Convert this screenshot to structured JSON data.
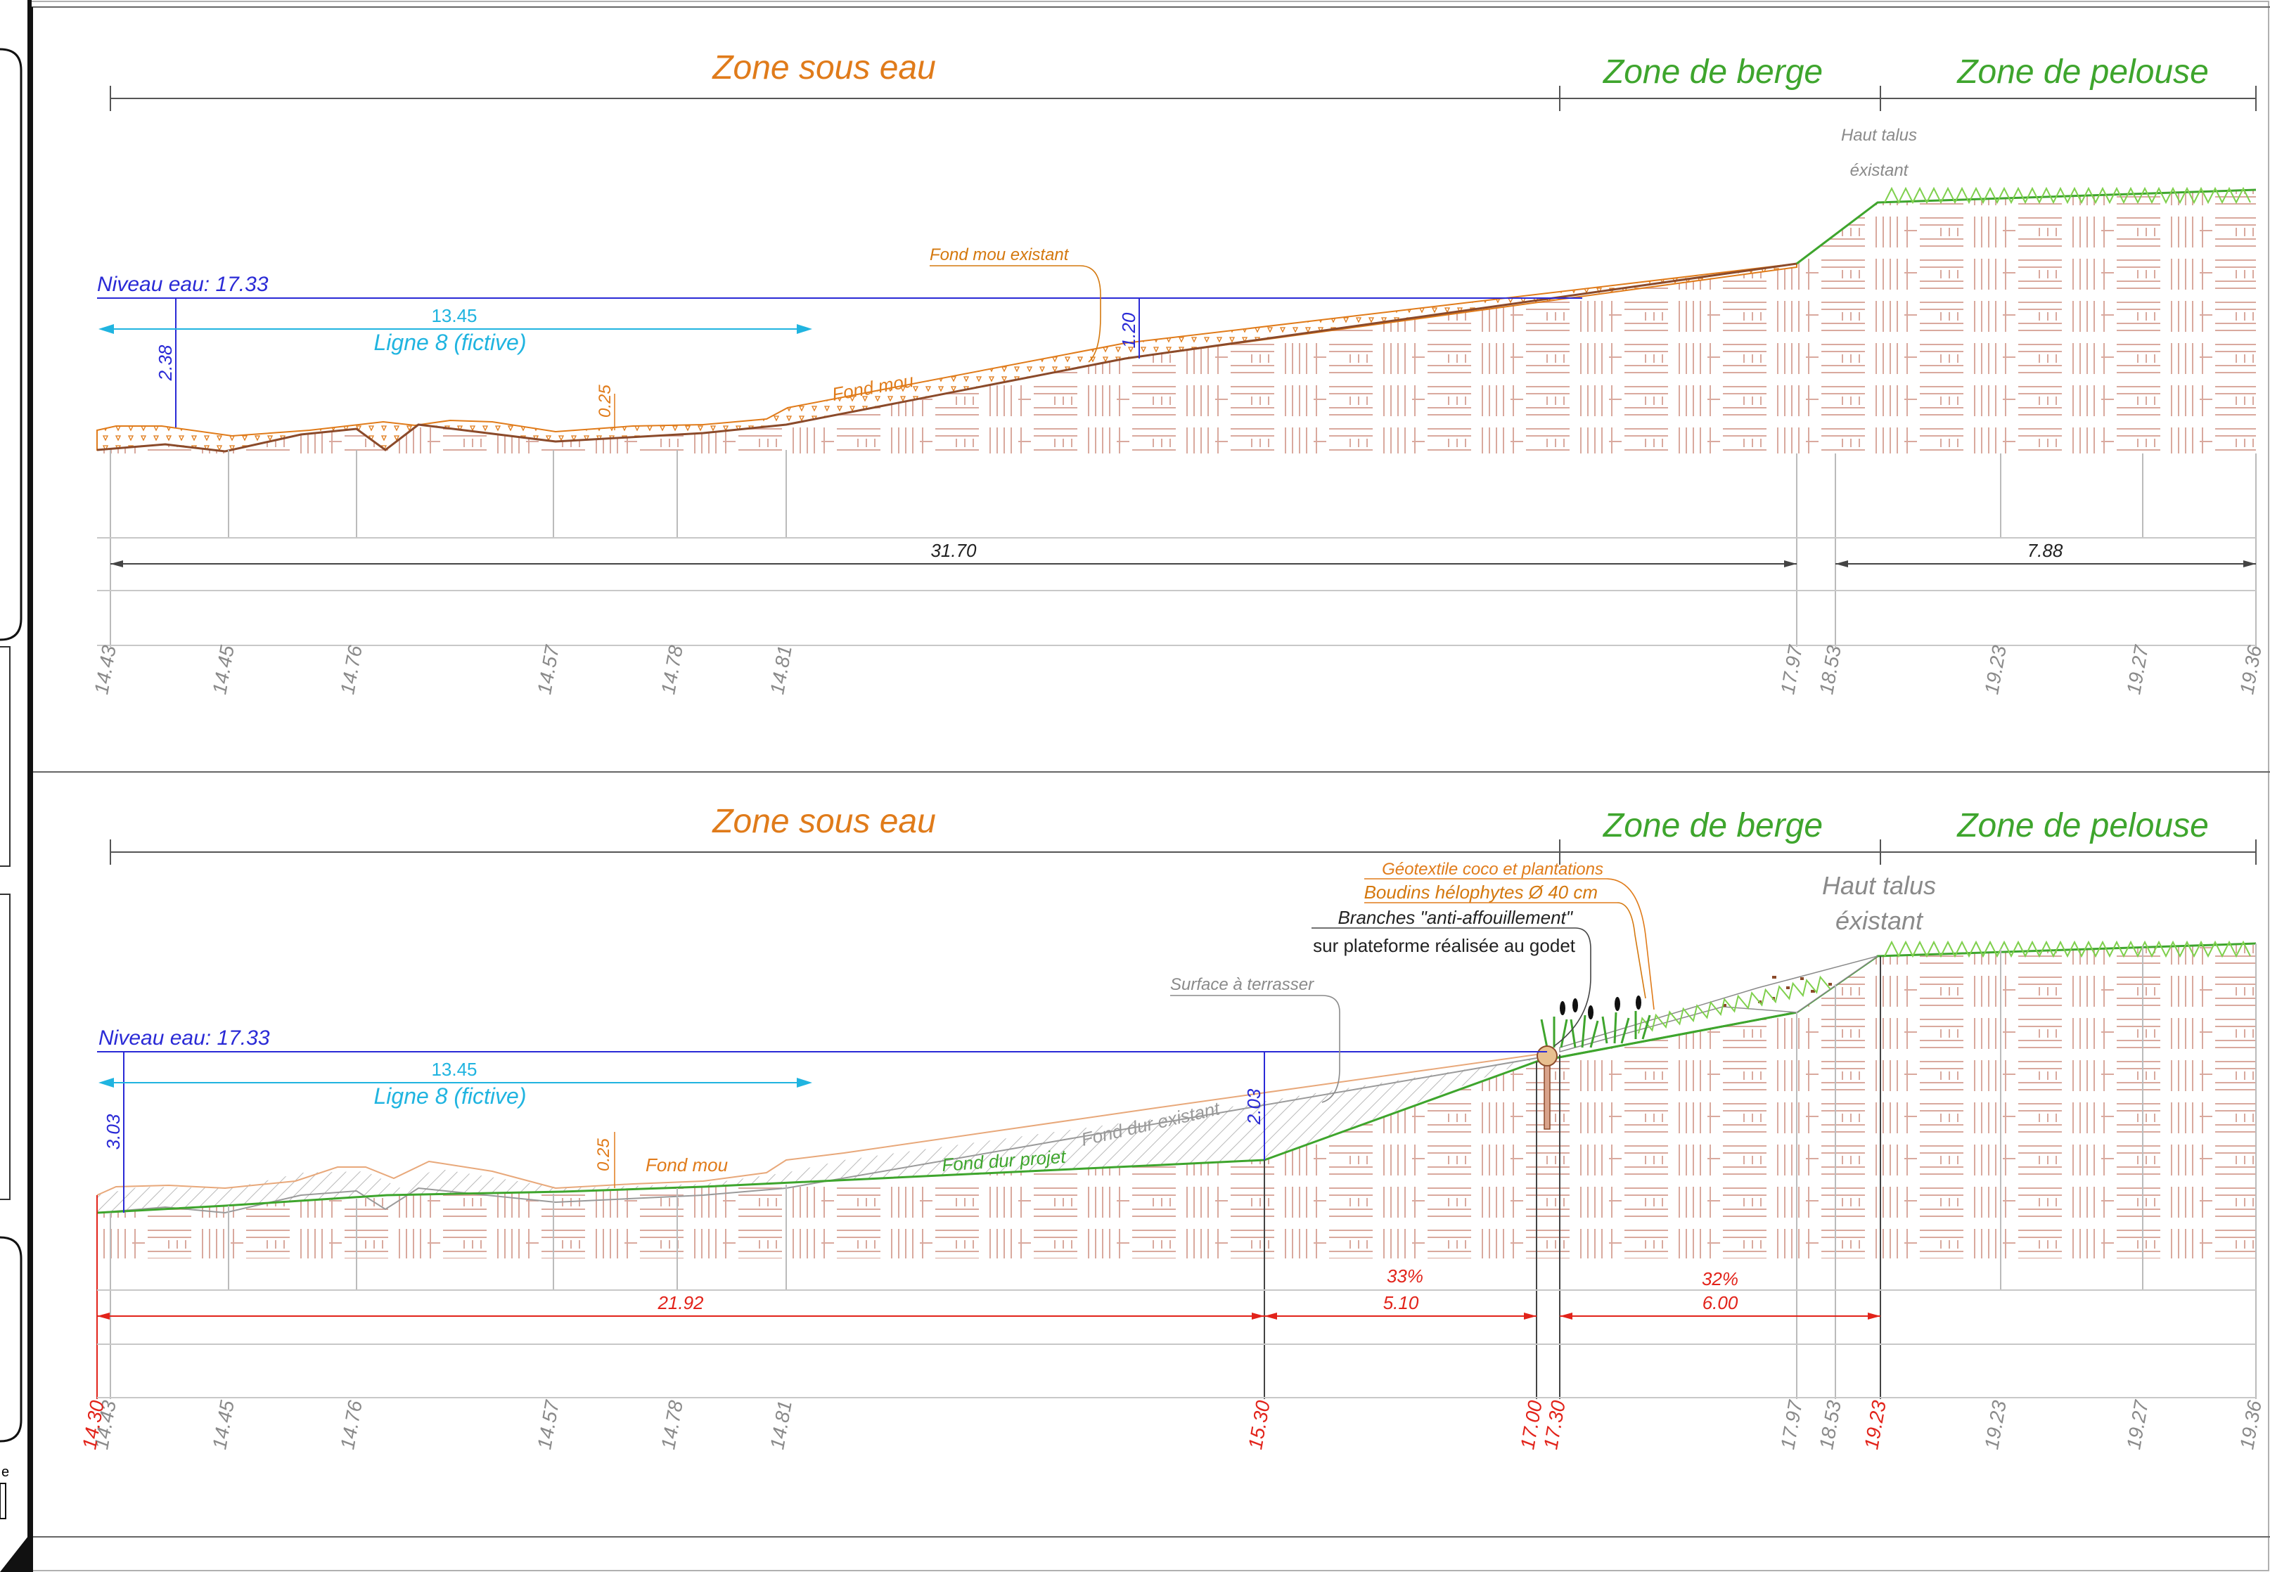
{
  "colors": {
    "zone_sous_eau": "#e07b1a",
    "zone_green": "#3ea52d",
    "water": "#2a2ad6",
    "cyan": "#20b4e0",
    "orange_note": "#d4780e",
    "grey": "#8a8a8a",
    "red": "#e2231a",
    "hatch": "#d9a99e"
  },
  "sections": [
    {
      "zones": {
        "sous_eau": "Zone sous eau",
        "berge": "Zone de berge",
        "pelouse": "Zone de pelouse"
      },
      "haut_talus_line1": "Haut talus",
      "haut_talus_line2": "éxistant",
      "niveau_eau": "Niveau eau: 17.33",
      "ligne_label": "Ligne 8 (fictive)",
      "ligne_length": "13.45",
      "depth": "2.38",
      "thickness": "0.25",
      "fond_mou_existant": "Fond mou existant",
      "fond_mou": "Fond mou",
      "depth_120": "1.20",
      "dim_1": "31.70",
      "dim_2": "7.88",
      "elevations": [
        "14.43",
        "14.45",
        "14.76",
        "14.57",
        "14.78",
        "14.81",
        "17.97",
        "18.53",
        "19.23",
        "19.27",
        "19.36"
      ]
    },
    {
      "zones": {
        "sous_eau": "Zone sous eau",
        "berge": "Zone de berge",
        "pelouse": "Zone de pelouse"
      },
      "haut_talus_line1": "Haut talus",
      "haut_talus_line2": "éxistant",
      "niveau_eau": "Niveau eau: 17.33",
      "ligne_label": "Ligne 8 (fictive)",
      "ligne_length": "13.45",
      "depth": "3.03",
      "thickness": "0.25",
      "fond_mou": "Fond mou",
      "fond_dur_existant": "Fond dur existant",
      "fond_dur_projet": "Fond dur projet",
      "surface_terrasser": "Surface à terrasser",
      "depth_203": "2.03",
      "geotextile": "Géotextile coco et plantations",
      "boudins": "Boudins hélophytes Ø 40 cm",
      "branches": "Branches \"anti-affouillement\"",
      "plateforme": "sur plateforme réalisée au godet",
      "dim_1": "21.92",
      "dim_2": "5.10",
      "dim_3": "6.00",
      "slope_1": "33%",
      "slope_2": "32%",
      "elevations_grey": [
        "14.43",
        "14.45",
        "14.76",
        "14.57",
        "14.78",
        "14.81",
        "17.97",
        "18.53",
        "19.23",
        "19.27",
        "19.36"
      ],
      "elevations_red": [
        "14.30",
        "15.30",
        "17.00",
        "17.30",
        "19.23"
      ]
    }
  ],
  "sidebar": {
    "label_e": "e"
  }
}
